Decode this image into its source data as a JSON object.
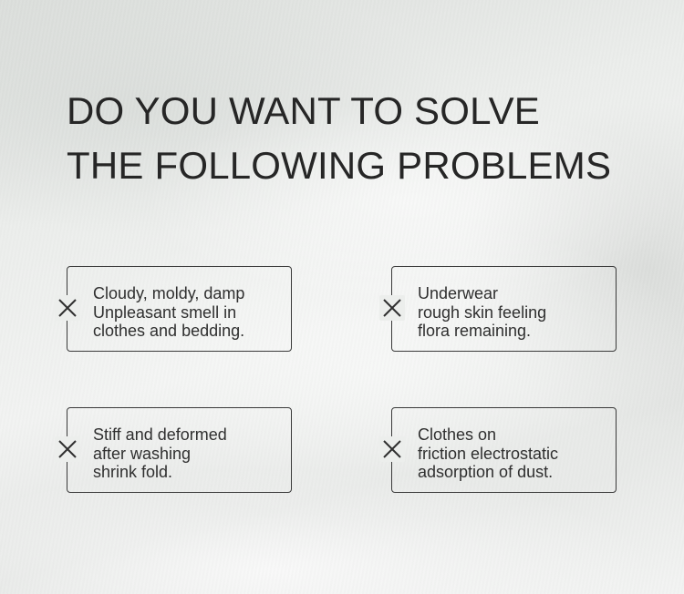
{
  "headline": {
    "line1": "DO YOU WANT TO SOLVE",
    "line2": "THE FOLLOWING PROBLEMS"
  },
  "problems": [
    {
      "icon": "close-icon",
      "lines": [
        "Cloudy, moldy, damp",
        "Unpleasant smell in",
        "clothes and bedding."
      ]
    },
    {
      "icon": "close-icon",
      "lines": [
        "Underwear",
        "rough skin feeling",
        "flora remaining."
      ]
    },
    {
      "icon": "close-icon",
      "lines": [
        "Stiff and deformed",
        "after washing",
        "shrink fold."
      ]
    },
    {
      "icon": "close-icon",
      "lines": [
        "Clothes on",
        "friction electrostatic",
        "adsorption of dust."
      ]
    }
  ]
}
